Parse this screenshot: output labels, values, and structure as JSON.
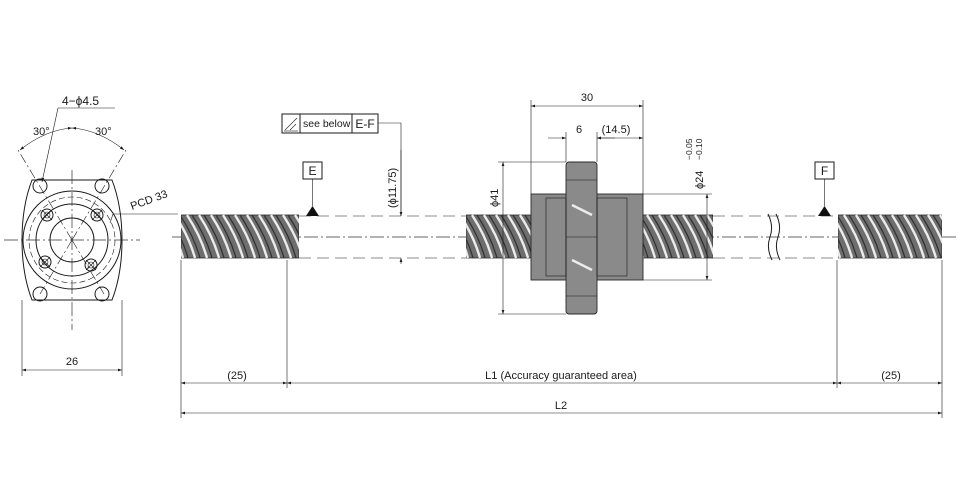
{
  "flange_view": {
    "hole_callout": "4−ϕ4.5",
    "angle_left": "30°",
    "angle_right": "30°",
    "pcd": "PCD 33",
    "width": "26"
  },
  "spec_frame": {
    "tolerance_note": "see below",
    "datum_ref": "E-F"
  },
  "datums": {
    "left": "E",
    "right": "F"
  },
  "shaft": {
    "diameter": "(ϕ11.75)"
  },
  "nut": {
    "flange_diameter": "ϕ41",
    "body_diameter": "ϕ24",
    "body_tol_upper": "−0.05",
    "body_tol_lower": "−0.10",
    "length": "30",
    "flange_thickness": "6",
    "offset": "(14.5)"
  },
  "length_dims": {
    "left_end": "(25)",
    "l1": "L1 (Accuracy guaranteed area)",
    "right_end": "(25)",
    "l2": "L2"
  }
}
